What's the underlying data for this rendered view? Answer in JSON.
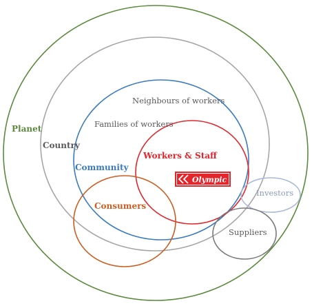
{
  "labels": {
    "planet": "Planet",
    "country": "Country",
    "community": "Community",
    "neighbours": "Neighbours of workers",
    "families": "Families of workers",
    "workers": "Workers & Staff",
    "consumers": "Consumers",
    "investors": "Investors",
    "suppliers": "Suppliers"
  },
  "logo": {
    "text": "Olympic",
    "color": "#e2262b"
  },
  "colors": {
    "planet": "#5b8a3c",
    "country": "#a6a6a6",
    "community": "#3a7bc0",
    "workers": "#e2262b",
    "consumers": "#cc5c1f",
    "investors": "#a9b8d6",
    "suppliers": "#7a7a7a",
    "text_grey": "#595959"
  }
}
